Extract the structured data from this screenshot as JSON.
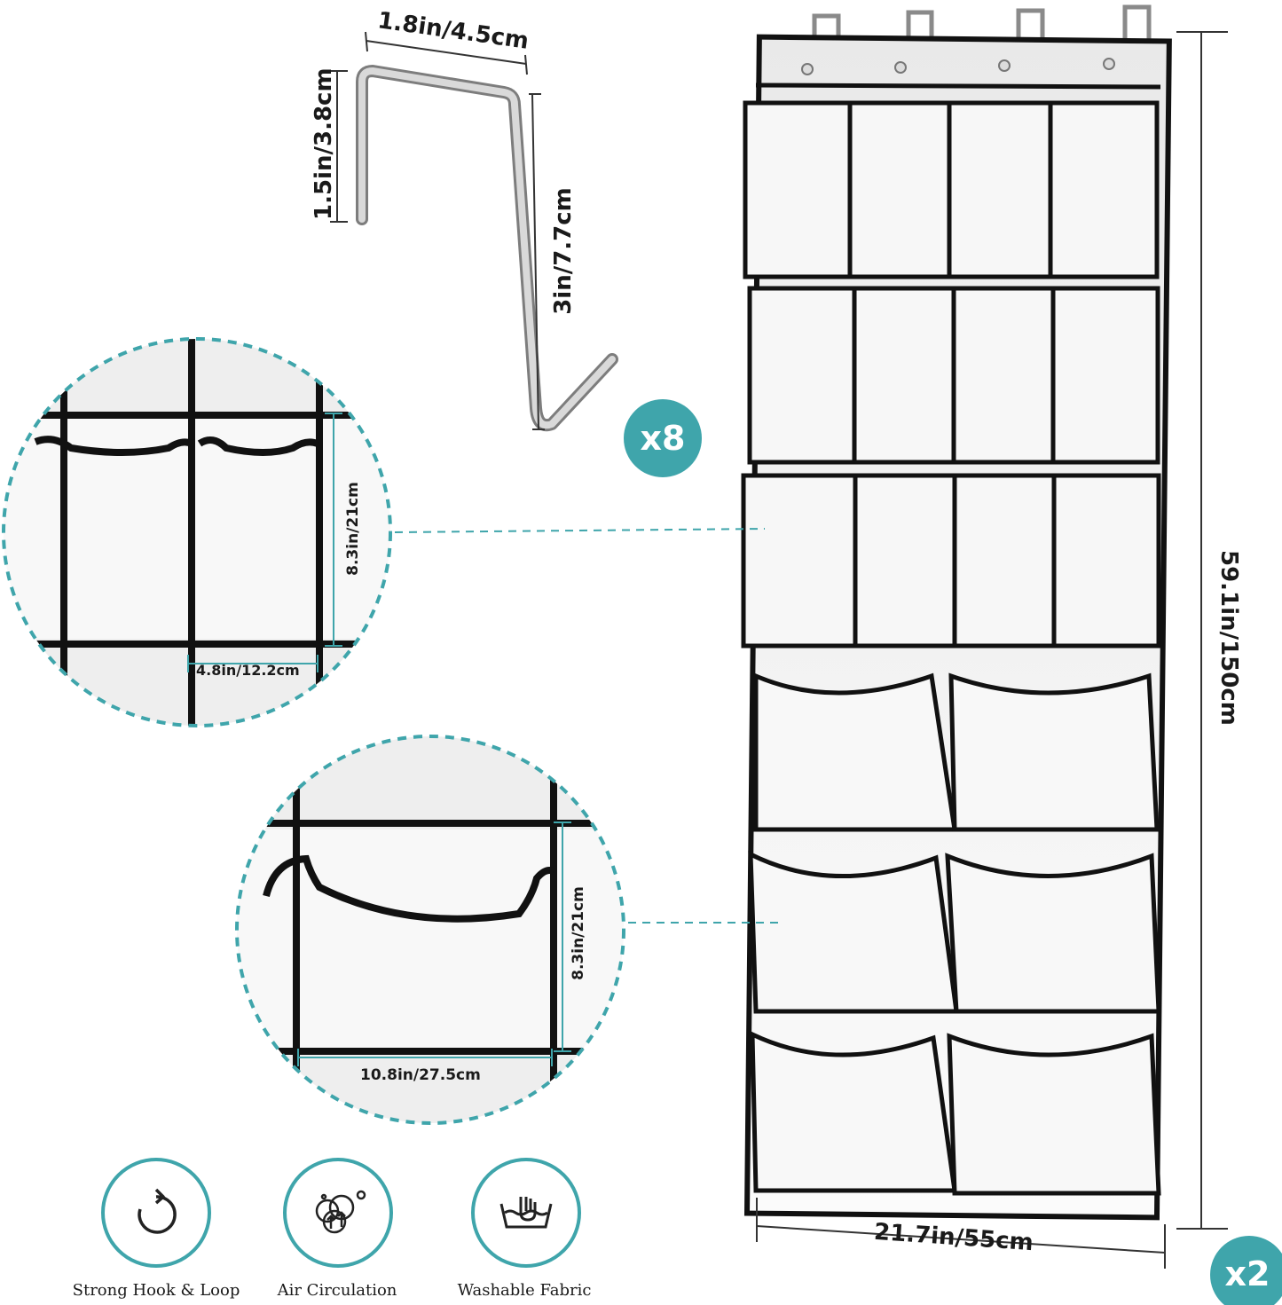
{
  "hook": {
    "width_label": "1.8in/4.5cm",
    "depth_label": "1.5in/3.8cm",
    "height_label": "3in/7.7cm",
    "quantity_label": "x8"
  },
  "small_pocket_detail": {
    "height_label": "8.3in/21cm",
    "width_label": "4.8in/12.2cm"
  },
  "large_pocket_detail": {
    "height_label": "8.3in/21cm",
    "width_label": "10.8in/27.5cm"
  },
  "organizer": {
    "height_label": "59.1in/150cm",
    "width_label": "21.7in/55cm",
    "quantity_label": "x2"
  },
  "features": [
    {
      "label": "Strong Hook & Loop",
      "icon": "rotate-arrow-icon"
    },
    {
      "label": "Air Circulation",
      "icon": "air-circulation-icon"
    },
    {
      "label": "Washable Fabric",
      "icon": "hand-wash-icon"
    }
  ],
  "colors": {
    "accent": "#3fa5ab",
    "border": "#111111",
    "fabric": "#f2f2f2"
  }
}
